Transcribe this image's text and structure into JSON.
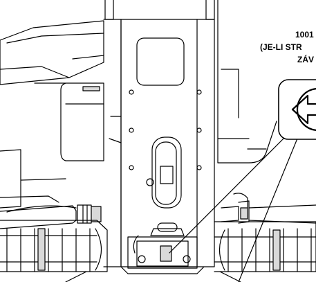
{
  "callout": {
    "line1": "1001",
    "line2": "(JE-LI STR",
    "line3": "ZÁV"
  },
  "icons": {
    "callout_symbol": "left-arrow-in-circle-icon"
  },
  "colors": {
    "line": "#000000",
    "background": "#ffffff",
    "shading": "#d9d9d9"
  }
}
